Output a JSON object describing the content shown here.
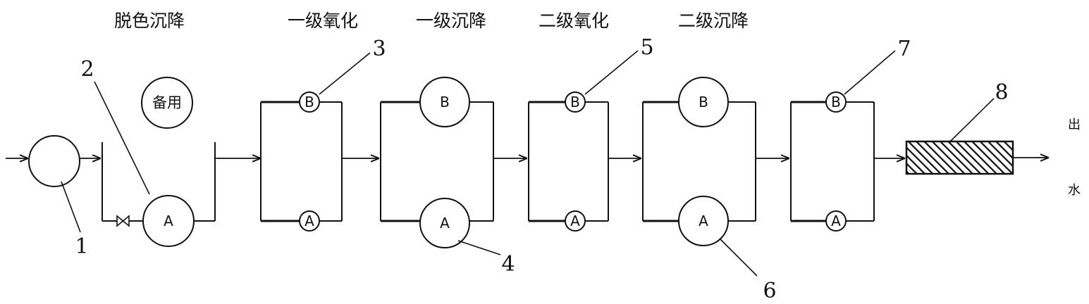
{
  "stage_titles": {
    "decolor": "脱色沉降",
    "ox1": "一级氧化",
    "settle1": "一级沉降",
    "ox2": "二级氧化",
    "settle2": "二级沉降"
  },
  "standby_label": "备用",
  "unit_labels": {
    "a": "A",
    "b": "B"
  },
  "callouts": {
    "n1": "1",
    "n2": "2",
    "n3": "3",
    "n4": "4",
    "n5": "5",
    "n6": "6",
    "n7": "7",
    "n8": "8"
  },
  "outlet_label": {
    "top": "出",
    "bottom": "水"
  },
  "colors": {
    "line": "#111111",
    "background": "#ffffff"
  }
}
